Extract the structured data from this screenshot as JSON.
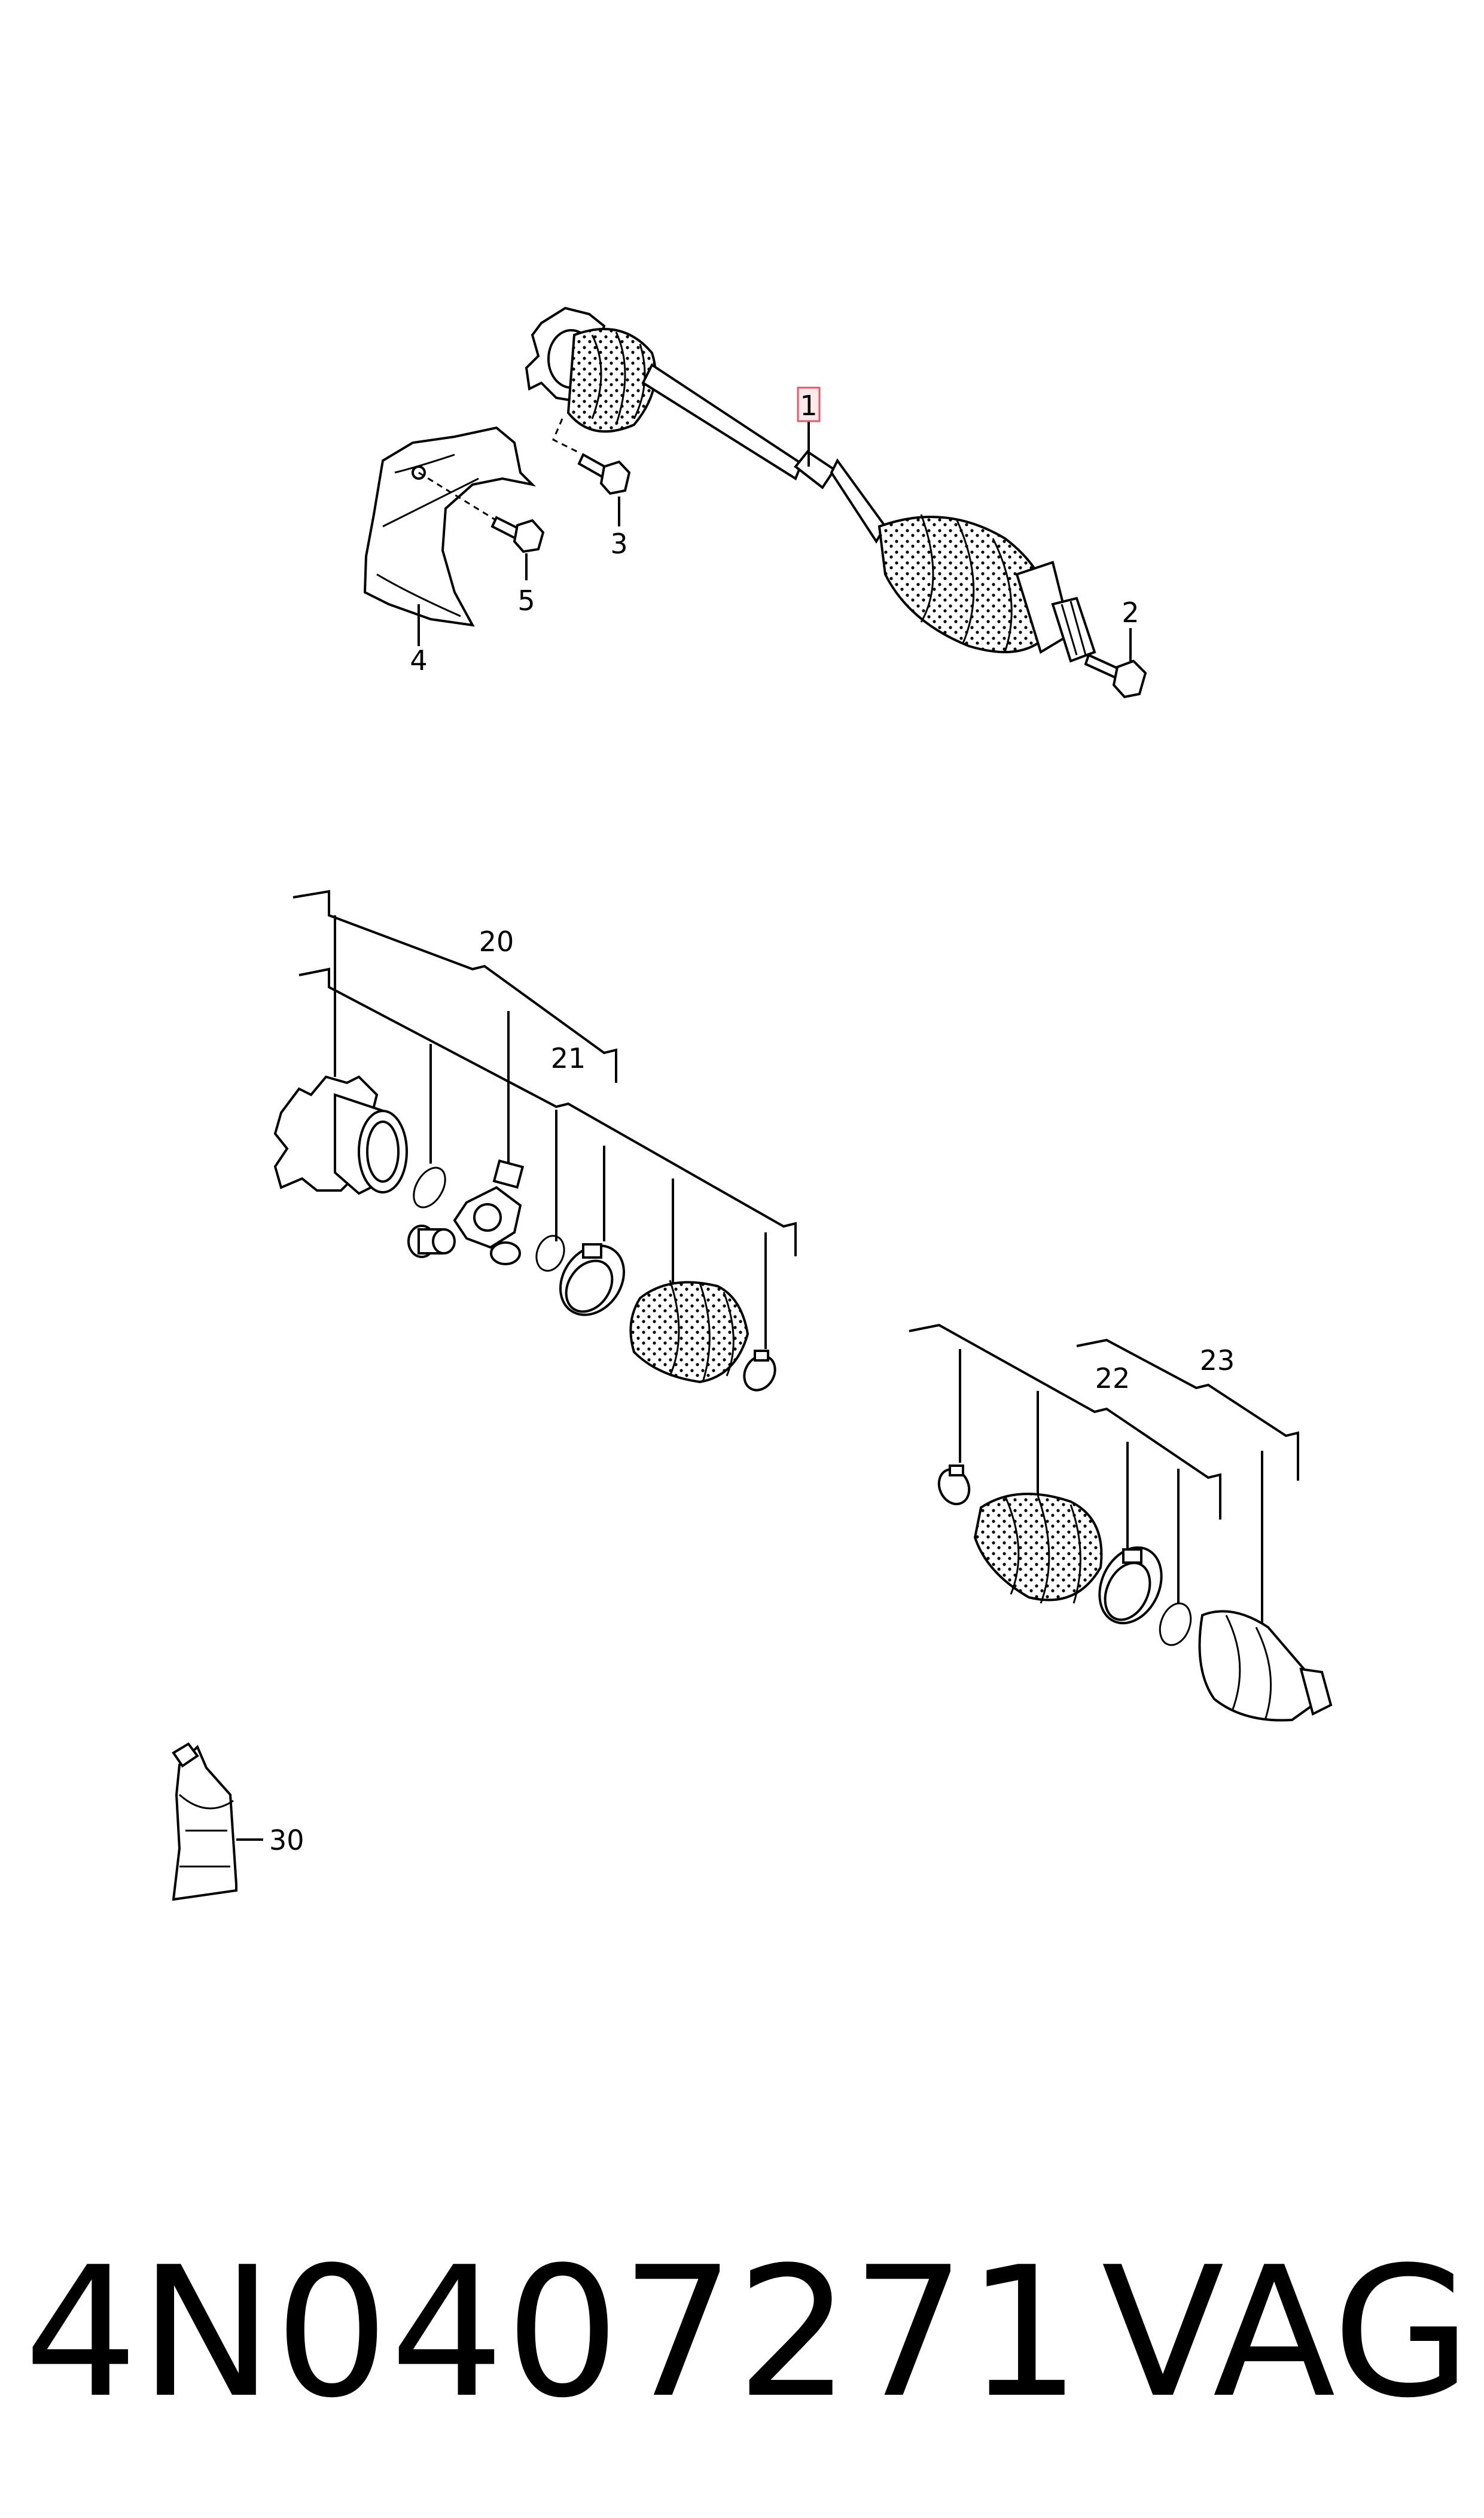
{
  "callouts": {
    "c1": "1",
    "c2": "2",
    "c3": "3",
    "c4": "4",
    "c5": "5",
    "c20": "20",
    "c21": "21",
    "c22": "22",
    "c23": "23",
    "c30": "30"
  },
  "footer": {
    "part_number": "4N0407271",
    "brand": "VAG"
  },
  "colors": {
    "line": "#000000",
    "highlight": "#e05a6a",
    "background": "#ffffff"
  }
}
